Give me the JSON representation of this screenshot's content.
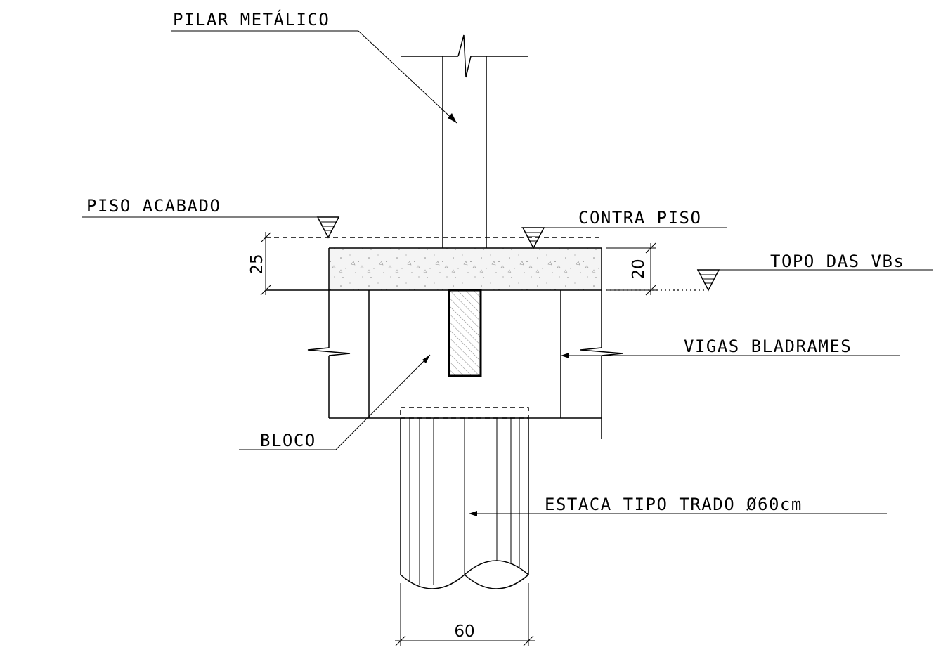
{
  "labels": {
    "pilar": "PILAR METÁLICO",
    "piso_acabado": "PISO ACABADO",
    "contra_piso": "CONTRA PISO",
    "topo_vbs": "TOPO DAS VBs",
    "vigas": "VIGAS BLADRAMES",
    "bloco": "BLOCO",
    "estaca": "ESTACA TIPO TRADO Ø60cm"
  },
  "dimensions": {
    "piso": "25",
    "contrapiso": "20",
    "estaca": "60"
  }
}
